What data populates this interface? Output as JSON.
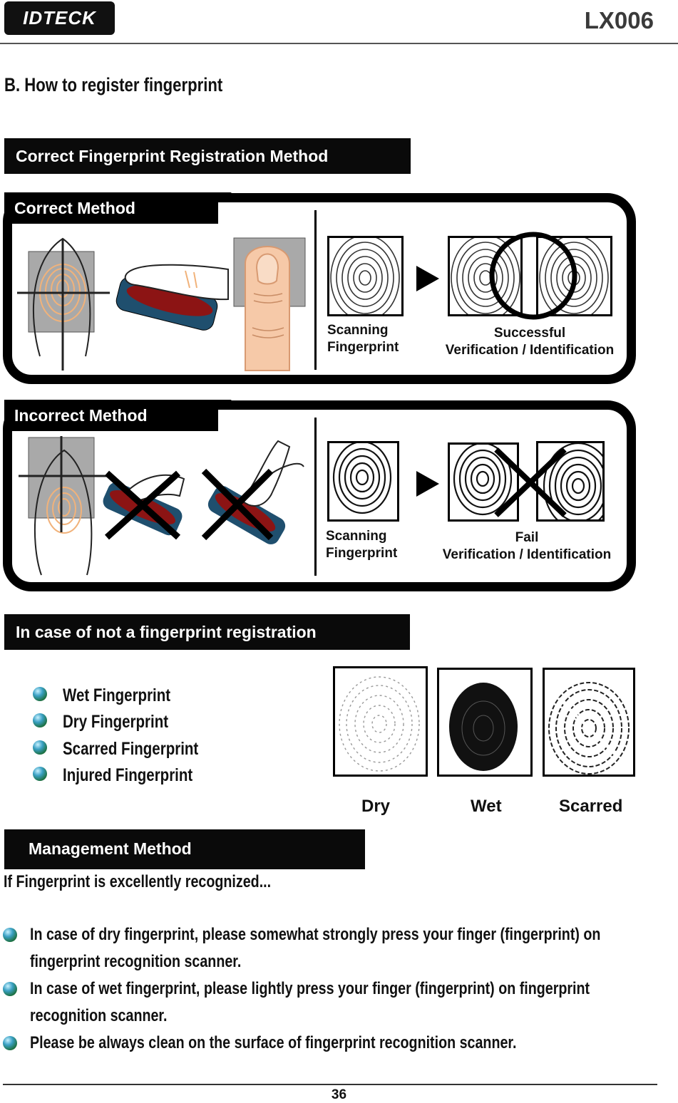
{
  "header": {
    "logo_text": "IDTECK",
    "model": "LX006"
  },
  "section_title": "B. How to register fingerprint",
  "registration_bar": "Correct Fingerprint Registration Method",
  "correct_panel": {
    "tab": "Correct Method",
    "scan_caption_line1": "Scanning",
    "scan_caption_line2": "Fingerprint",
    "result_line1": "Successful",
    "result_line2": "Verification / Identification"
  },
  "incorrect_panel": {
    "tab": "Incorrect Method",
    "scan_caption_line1": "Scanning",
    "scan_caption_line2": "Fingerprint",
    "result_line1": "Fail",
    "result_line2": "Verification / Identification"
  },
  "not_registration_bar": "In case of not a fingerprint registration",
  "cases": [
    "Wet Fingerprint",
    "Dry Fingerprint",
    "Scarred Fingerprint",
    "Injured Fingerprint"
  ],
  "sample_labels": [
    "Dry",
    "Wet",
    "Scarred"
  ],
  "management_bar": "Management Method",
  "management_intro": "If Fingerprint is excellently recognized...",
  "tips": [
    {
      "line1": "In case of dry fingerprint, please somewhat strongly press your finger (fingerprint) on",
      "line2": "fingerprint recognition scanner."
    },
    {
      "line1": "In case of wet fingerprint, please lightly press your finger (fingerprint) on fingerprint",
      "line2": "recognition scanner."
    },
    {
      "line1": "Please be always clean on the surface of fingerprint recognition scanner.",
      "line2": ""
    }
  ],
  "page_number": "36",
  "colors": {
    "sensor_red": "#8c1414",
    "sensor_blue": "#1f4f6e",
    "skin": "#f6c9a8",
    "pad_gray": "#a9a9a9"
  }
}
